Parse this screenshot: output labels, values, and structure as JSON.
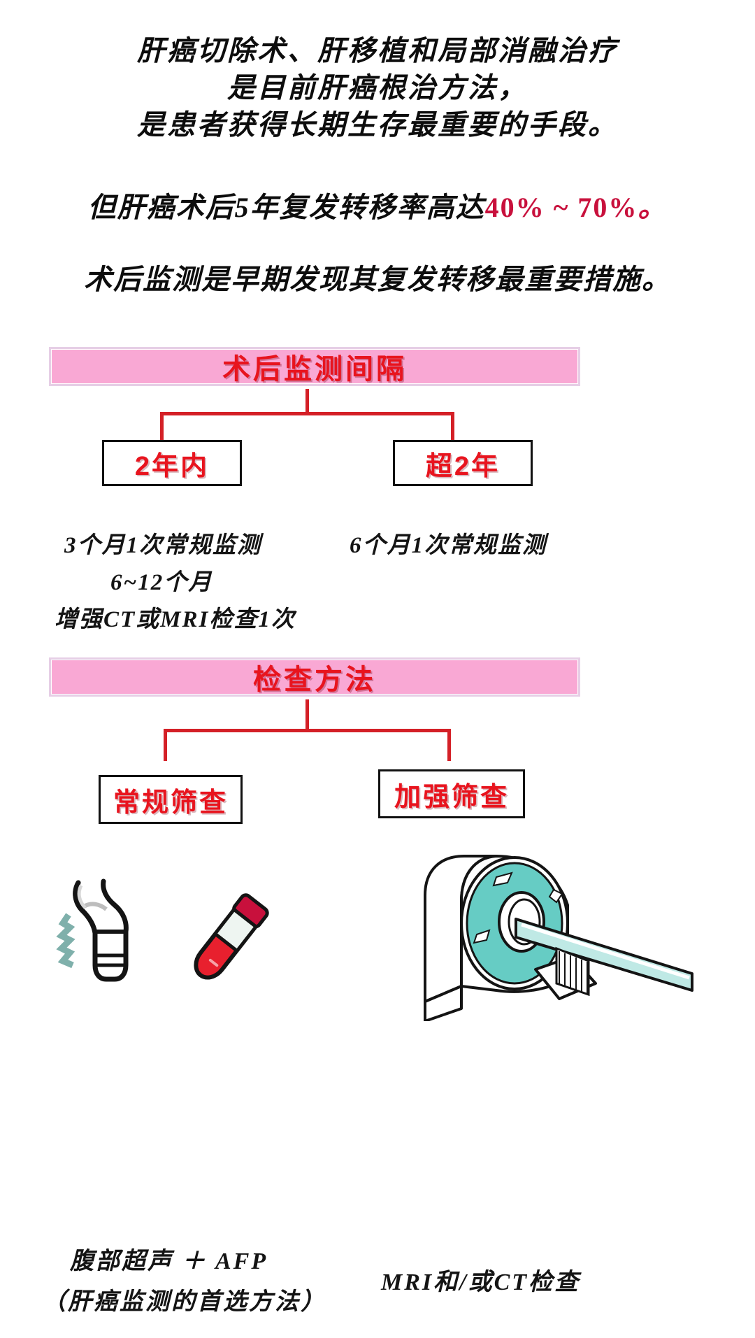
{
  "intro": {
    "lines": [
      "肝癌切除术、肝移植和局部消融治疗",
      "是目前肝癌根治方法，",
      "是患者获得长期生存最重要的手段。"
    ]
  },
  "stat": {
    "prefix": "但肝癌术后5年复发转移率高达",
    "highlight": "40% ~ 70%",
    "suffix": "。",
    "highlight_color": "#c8103c"
  },
  "measure": {
    "text": "术后监测是早期发现其复发转移最重要措施。"
  },
  "section_interval": {
    "banner": "术后监测间隔",
    "banner_bg": "#f9a8d4",
    "banner_text_color": "#e8141e",
    "branches": [
      {
        "box": "2年内",
        "notes": [
          "3个月1次常规监测",
          "6~12个月",
          "增强CT或MRI检查1次"
        ]
      },
      {
        "box": "超2年",
        "notes": [
          "6个月1次常规监测"
        ]
      }
    ]
  },
  "section_method": {
    "banner": "检查方法",
    "branches": [
      {
        "box": "常规筛查",
        "icons": [
          "ultrasound-probe-icon",
          "blood-tube-icon"
        ],
        "captions": [
          "腹部超声 ＋ AFP",
          "（肝癌监测的首选方法）"
        ]
      },
      {
        "box": "加强筛查",
        "icons": [
          "mri-ct-scanner-icon"
        ],
        "captions": [
          "MRI和/或CT检查"
        ]
      }
    ]
  },
  "colors": {
    "connector_red": "#d42027",
    "box_shadow_purple": "#c9a0c9",
    "scanner_teal": "#66ccc4",
    "tube_red": "#e8202e"
  }
}
